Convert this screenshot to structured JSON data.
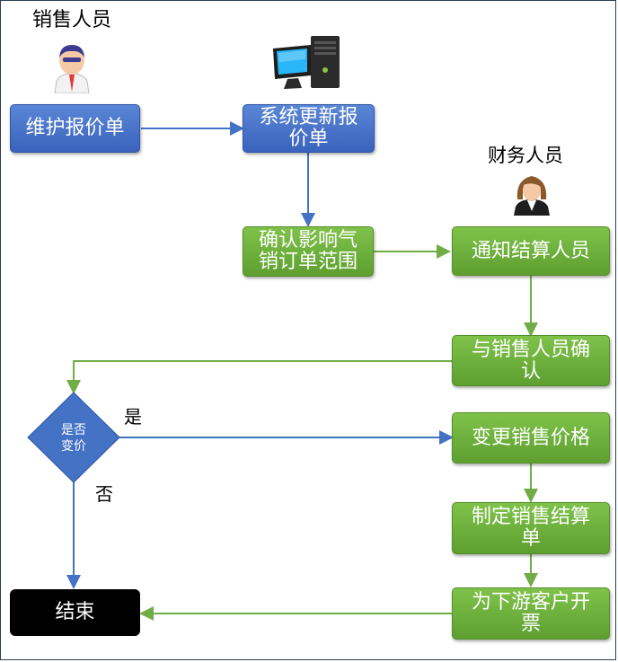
{
  "roles": {
    "sales": "销售人员",
    "finance": "财务人员"
  },
  "nodes": {
    "maintain_quote": "维护报价单",
    "system_update": "系统更新报价单",
    "confirm_scope": "确认影响气销订单范围",
    "notify_settlement": "通知结算人员",
    "confirm_with_sales": "与销售人员确认",
    "decision": "是否变价",
    "change_price": "变更销售价格",
    "make_settlement": "制定销售结算单",
    "invoice": "为下游客户开票",
    "end": "结束"
  },
  "edge_labels": {
    "yes": "是",
    "no": "否"
  },
  "colors": {
    "blue_node": "#4472c4",
    "green_node": "#70ad47",
    "blue_line": "#4472c4",
    "green_line": "#70ad47",
    "end_node": "#000000"
  },
  "icons": [
    "male-user-icon",
    "computer-icon",
    "female-user-icon"
  ]
}
